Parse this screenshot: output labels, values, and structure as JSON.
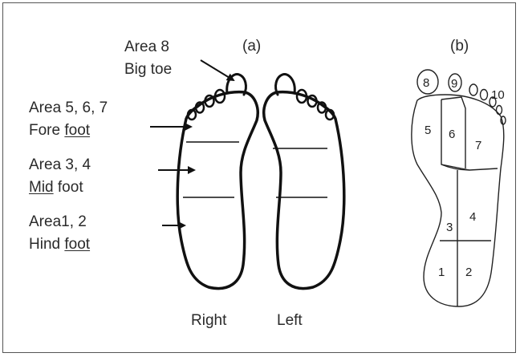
{
  "panel_labels": {
    "a": "(a)",
    "b": "(b)"
  },
  "annotations": {
    "big_toe": {
      "line1": "Area 8",
      "line2": "Big toe"
    },
    "fore_foot": {
      "line1": "Area 5, 6, 7",
      "line2_pre": "Fore ",
      "line2_u": "foot"
    },
    "mid_foot": {
      "line1": "Area 3, 4",
      "line2_u": "Mid",
      "line2_post": " foot"
    },
    "hind_foot": {
      "line1": "Area1, 2",
      "line2_pre": "Hind ",
      "line2_u": "foot"
    }
  },
  "feet": {
    "right": "Right",
    "left": "Left"
  },
  "areas": [
    "1",
    "2",
    "3",
    "4",
    "5",
    "6",
    "7",
    "8",
    "9",
    "10"
  ]
}
